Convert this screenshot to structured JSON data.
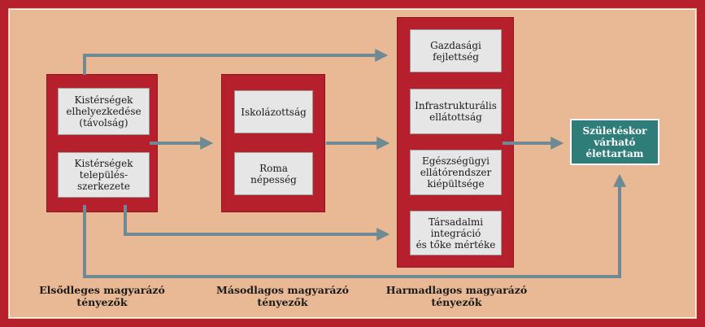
{
  "primary": {
    "boxes": [
      "Kistérségek\nelhelyezkedése\n(távolság)",
      "Kistérségek\ntelepülés-\nszerkezete"
    ],
    "caption": "Elsődleges magyarázó\ntényezők"
  },
  "secondary": {
    "boxes": [
      "Iskolázottság",
      "Roma népesség"
    ],
    "caption": "Másodlagos magyarázó\ntényezők"
  },
  "tertiary": {
    "boxes": [
      "Gazdasági\nfejlettség",
      "Infrastrukturális\nellátottság",
      "Egészségügyi\nellátórendszer\nkiépültsége",
      "Társadalmi\nintegráció\nés tőke mértéke"
    ],
    "caption": "Harmadlagos magyarázó\ntényezők"
  },
  "target": {
    "label": "Születéskor\nvárható\nélettartam"
  },
  "colors": {
    "frame": "#b6202c",
    "background": "#e8b994",
    "arrow": "#6f8a93",
    "target": "#2e7d78",
    "box": "#e6e6e6"
  }
}
